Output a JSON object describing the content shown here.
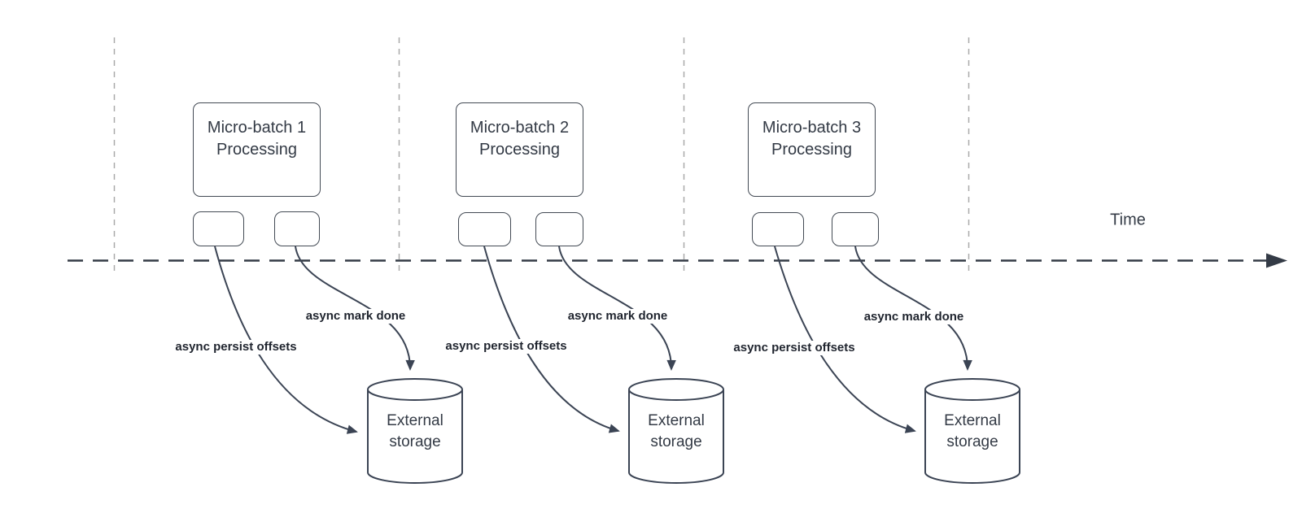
{
  "timeline": {
    "label": "Time"
  },
  "groups": [
    {
      "box_label": "Micro-batch 1\nProcessing",
      "persist_arrow_label": "async persist offsets",
      "mark_arrow_label": "async mark done",
      "storage_label": "External\nstorage"
    },
    {
      "box_label": "Micro-batch 2\nProcessing",
      "persist_arrow_label": "async persist offsets",
      "mark_arrow_label": "async mark done",
      "storage_label": "External\nstorage"
    },
    {
      "box_label": "Micro-batch 3\nProcessing",
      "persist_arrow_label": "async persist offsets",
      "mark_arrow_label": "async mark done",
      "storage_label": "External\nstorage"
    }
  ],
  "colors": {
    "stroke": "#3b4454",
    "guide_line": "#a9a9a9",
    "timeline_stroke": "#343b46",
    "label_text": "#1f242e",
    "box_text": "#333a45",
    "background": "#ffffff"
  }
}
